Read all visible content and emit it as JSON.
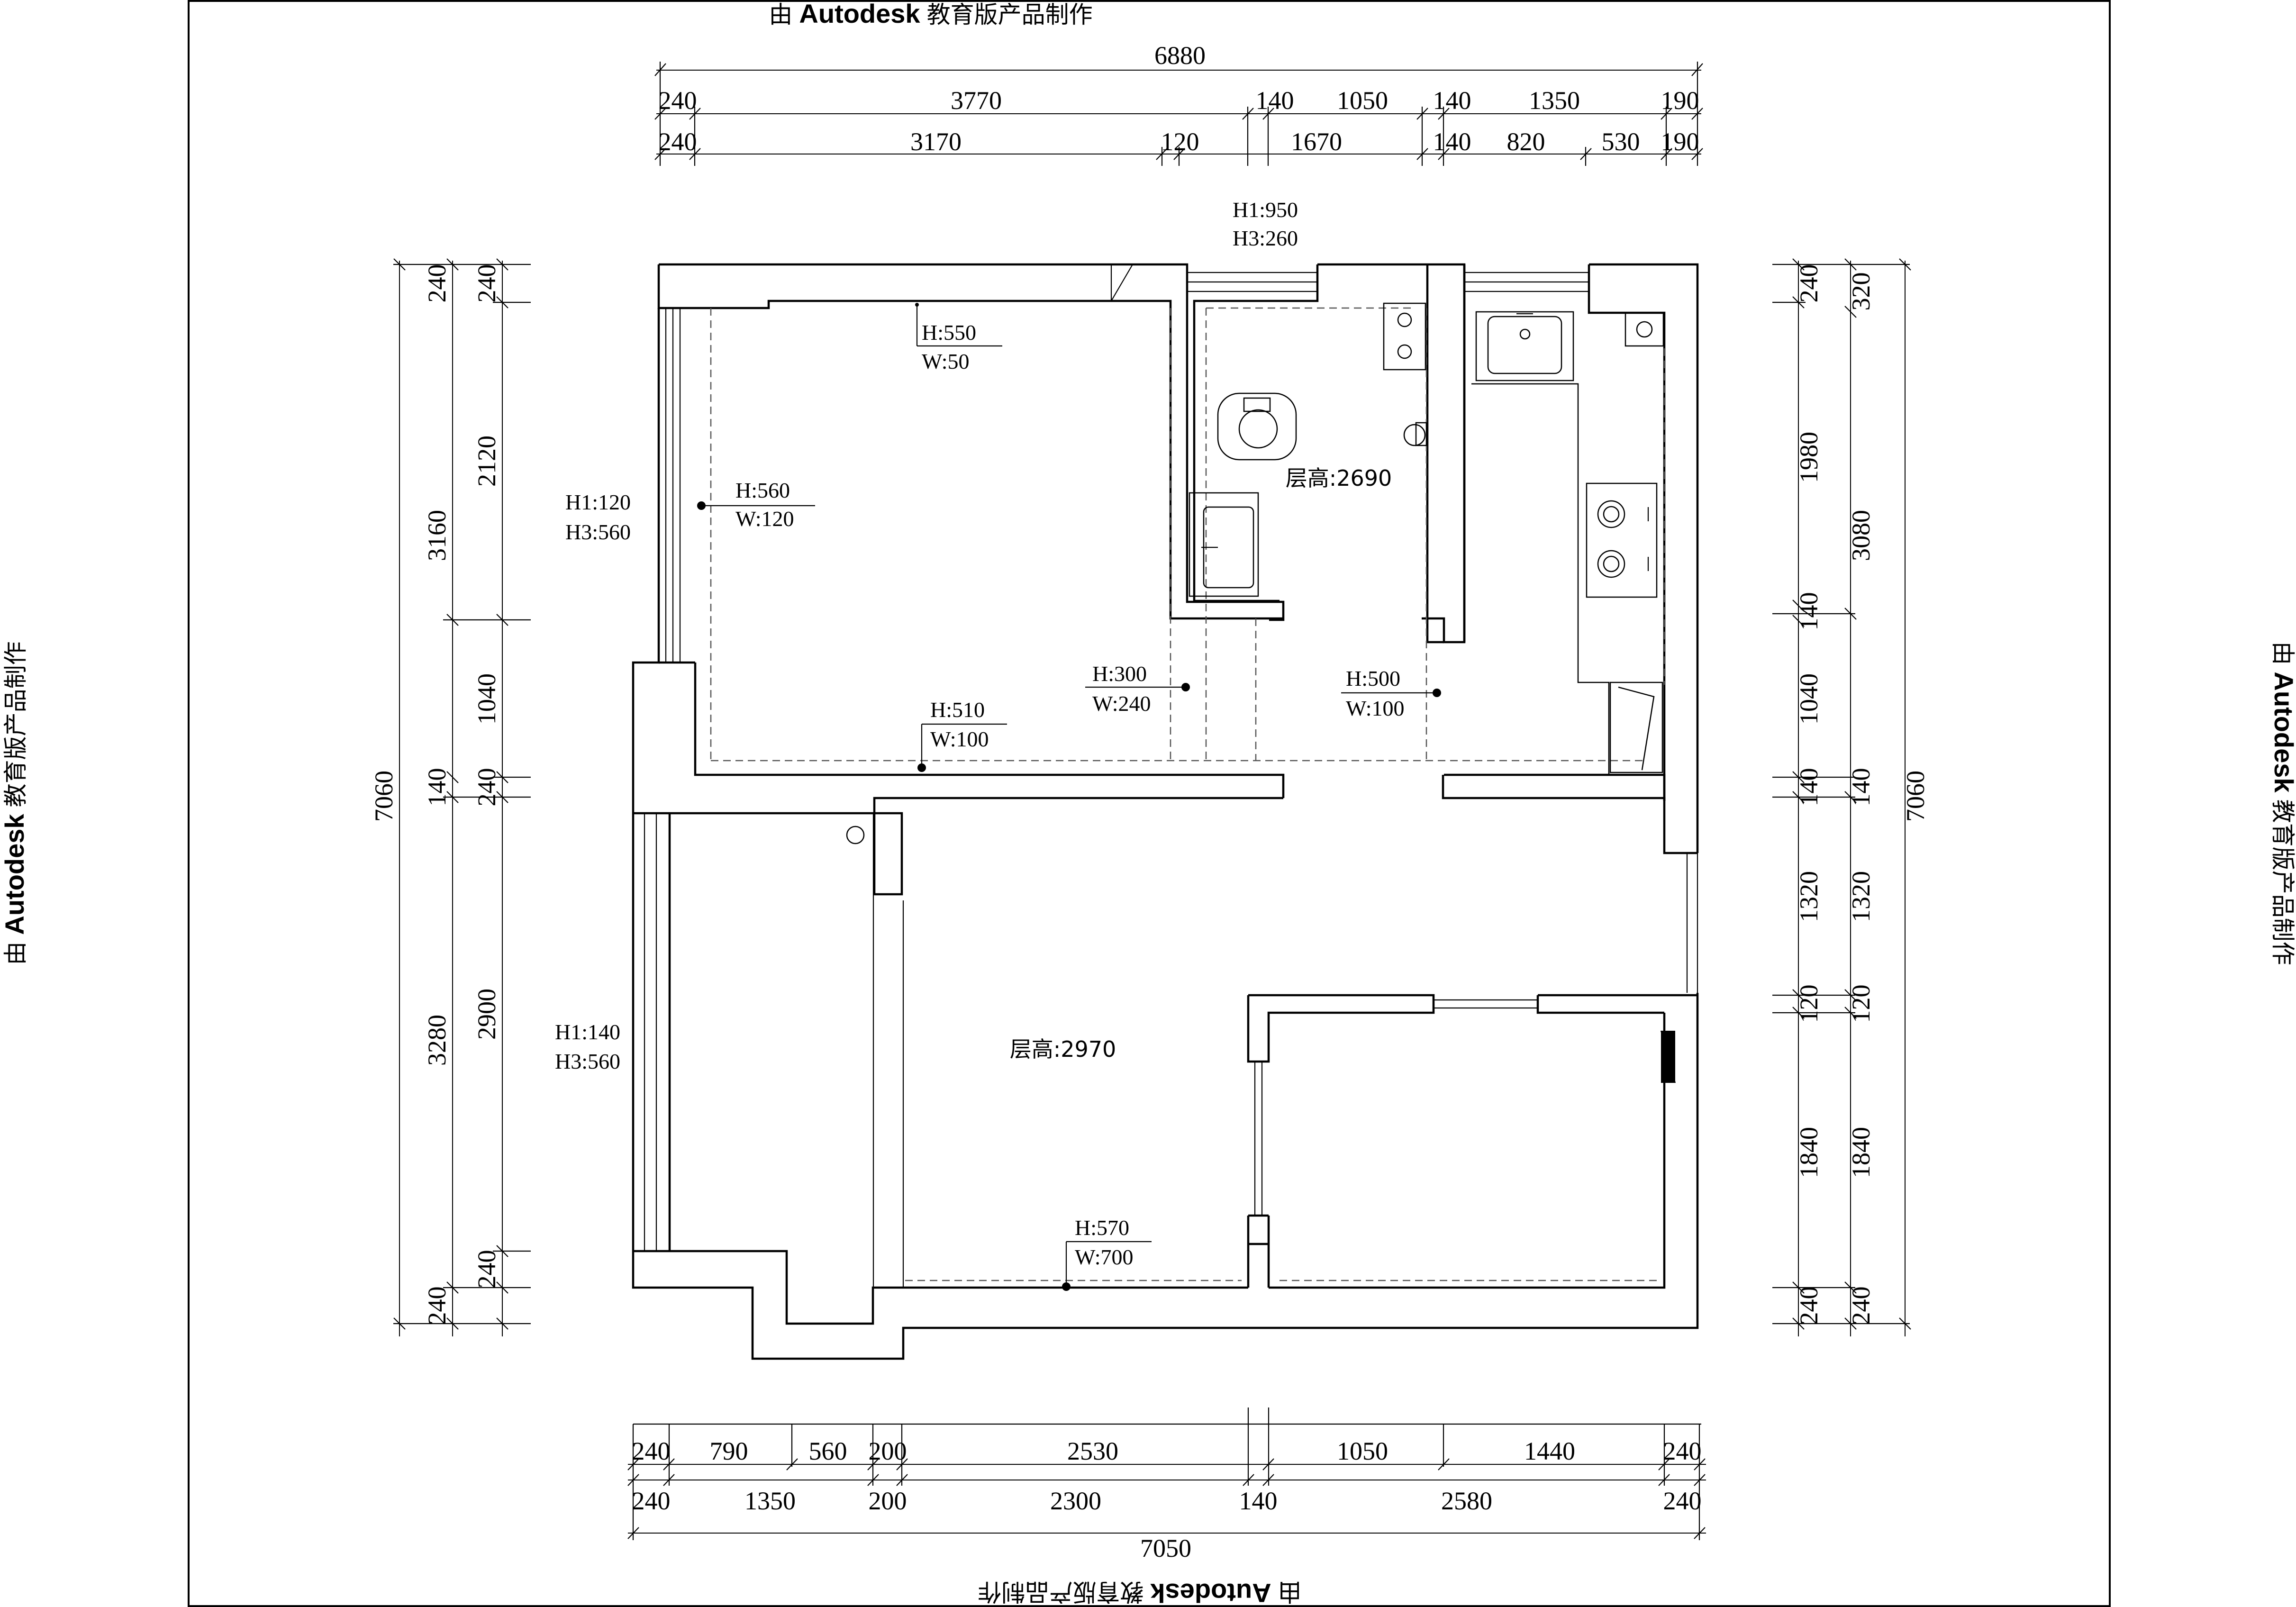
{
  "watermark": {
    "prefix": "由",
    "brand": "Autodesk",
    "suffix": "教育版产品制作"
  },
  "dimensions": {
    "top_total": "6880",
    "top_row1": [
      "240",
      "3770",
      "140",
      "1050",
      "140",
      "1350",
      "190"
    ],
    "top_row2": [
      "240",
      "3170",
      "120",
      "1670",
      "140",
      "820",
      "530",
      "190"
    ],
    "bottom_row1": [
      "240",
      "790",
      "560",
      "200",
      "2530",
      "1050",
      "1440",
      "240"
    ],
    "bottom_row2": [
      "240",
      "1350",
      "200",
      "2300",
      "140",
      "2580",
      "240"
    ],
    "bottom_total": "7050",
    "left_total": "7060",
    "left_outer": [
      "240",
      "3160",
      "140",
      "3280",
      "240"
    ],
    "left_inner": [
      "240",
      "2120",
      "1040",
      "240",
      "2900",
      "240"
    ],
    "right_inner": [
      "240",
      "1980",
      "140",
      "1040",
      "140",
      "1320",
      "120",
      "1840",
      "240"
    ],
    "right_outer": [
      "320",
      "3080",
      "140",
      "1320",
      "120",
      "1840",
      "240"
    ],
    "right_total": "7060"
  },
  "rooms": {
    "bathroom_height": "层高:2690",
    "living_height": "层高:2970"
  },
  "annotations": {
    "top_window": [
      "H1:950",
      "H3:260"
    ],
    "left_window_upper": [
      "H1:120",
      "H3:560"
    ],
    "left_window_lower": [
      "H1:140",
      "H3:560"
    ],
    "socket_550": [
      "H:550",
      "W:50"
    ],
    "socket_560": [
      "H:560",
      "W:120"
    ],
    "socket_300": [
      "H:300",
      "W:240"
    ],
    "socket_510": [
      "H:510",
      "W:100"
    ],
    "socket_500": [
      "H:500",
      "W:100"
    ],
    "socket_570": [
      "H:570",
      "W:700"
    ]
  }
}
